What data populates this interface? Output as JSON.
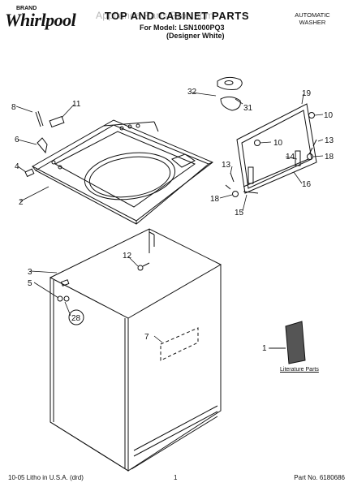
{
  "header": {
    "brand": "Whirlpool",
    "brand_small": "BRAND",
    "watermark": "Appliance Parts Pros.com",
    "title": "TOP AND CABINET PARTS",
    "model_line": "For Model: LSN1000PQ3",
    "color_line": "(Designer White)",
    "product_type_line1": "AUTOMATIC",
    "product_type_line2": "WASHER"
  },
  "footer": {
    "litho": "10-05 Litho in U.S.A. (drd)",
    "page": "1",
    "part_no": "Part No. 6180686"
  },
  "literature_label": "Literature Parts",
  "callouts": {
    "c1": "1",
    "c2": "2",
    "c3": "3",
    "c4": "4",
    "c5": "5",
    "c6": "6",
    "c7": "7",
    "c8": "8",
    "c10a": "10",
    "c10b": "10",
    "c11": "11",
    "c12": "12",
    "c13a": "13",
    "c13b": "13",
    "c14": "14",
    "c15": "15",
    "c16": "16",
    "c18a": "18",
    "c18b": "18",
    "c19": "19",
    "c28": "28",
    "c31": "31",
    "c32": "32"
  }
}
